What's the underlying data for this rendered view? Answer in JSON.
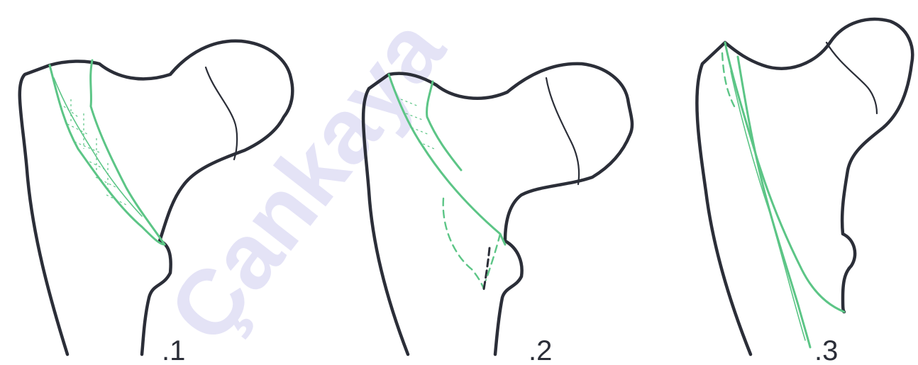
{
  "panels": [
    {
      "label": ".1"
    },
    {
      "label": ".2"
    },
    {
      "label": ".3"
    }
  ],
  "watermark": "Çankaya",
  "colors": {
    "bone_outline": "#2b2e38",
    "fracture_line": "#5cc586",
    "watermark": "#4a44c4"
  }
}
